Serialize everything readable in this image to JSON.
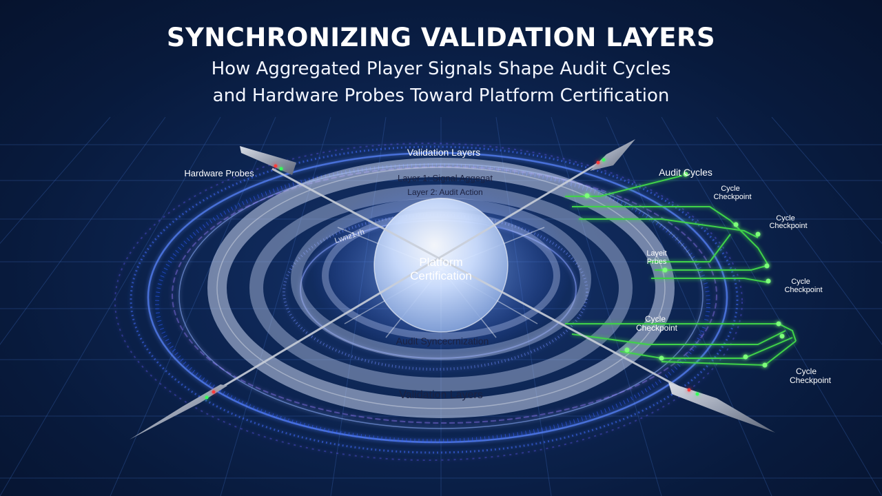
{
  "header": {
    "title": "SYNCHRONIZING VALIDATION LAYERS",
    "subtitle_line1": "How Aggregated Player Signals Shape Audit Cycles",
    "subtitle_line2": "and Hardware Probes Toward Platform Certification"
  },
  "core": {
    "line1": "Platform",
    "line2": "Certification"
  },
  "rings": {
    "top_label": "Validation Layers",
    "layer1": "Layer 1: Signal Aggegat",
    "layer2": "Layer 2: Audit Action",
    "inner_arc": "Lwnz1 rh",
    "audit_sync": "Audit Syncecrnization",
    "bottom_label": "Validation Layers"
  },
  "side_labels": {
    "hardware_probes": "Hardware Probes",
    "audit_cycles": "Audit Cycles",
    "layout_probes_line1": "Layeit",
    "layout_probes_line2": "Prbes"
  },
  "checkpoints": [
    {
      "line1": "Cycle",
      "line2": "Checkpoint"
    },
    {
      "line1": "Cycle",
      "line2": "Checkpoint"
    },
    {
      "line1": "Cycle",
      "line2": "Checkpoint"
    },
    {
      "line1": "Cycle",
      "line2": "Checkpoint"
    },
    {
      "line1": "Cycle",
      "line2": "Checkpoint"
    }
  ],
  "colors": {
    "background": "#0b214a",
    "ring_glow": "#4a7dff",
    "circuit": "#3fd24a",
    "core": "#dfeaff",
    "probe_led_red": "#ff3b3b",
    "probe_led_green": "#39ff5a"
  }
}
